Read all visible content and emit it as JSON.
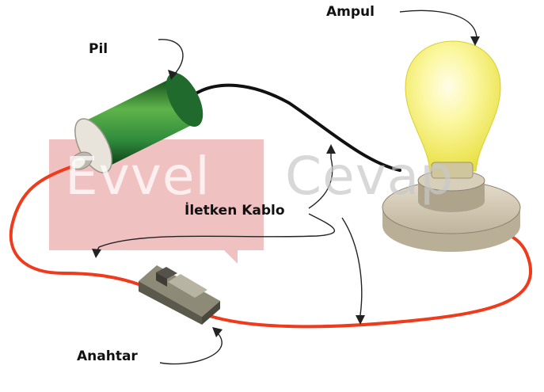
{
  "labels": {
    "battery": "Pil",
    "bulb": "Ampul",
    "wire": "İletken Kablo",
    "switch": "Anahtar"
  },
  "watermark": {
    "part1": "Evvel",
    "part2": "Cevap"
  },
  "colors": {
    "wire_red": "#f03a1c",
    "wire_black": "#111111",
    "battery_green": "#2f8a3c",
    "bulb_glow": "#f5f06a",
    "base": "#d6cdb8",
    "switch_body": "#6e6a5c",
    "watermark_red": "#e8a0a0",
    "watermark_gray": "#d3d3d3"
  }
}
